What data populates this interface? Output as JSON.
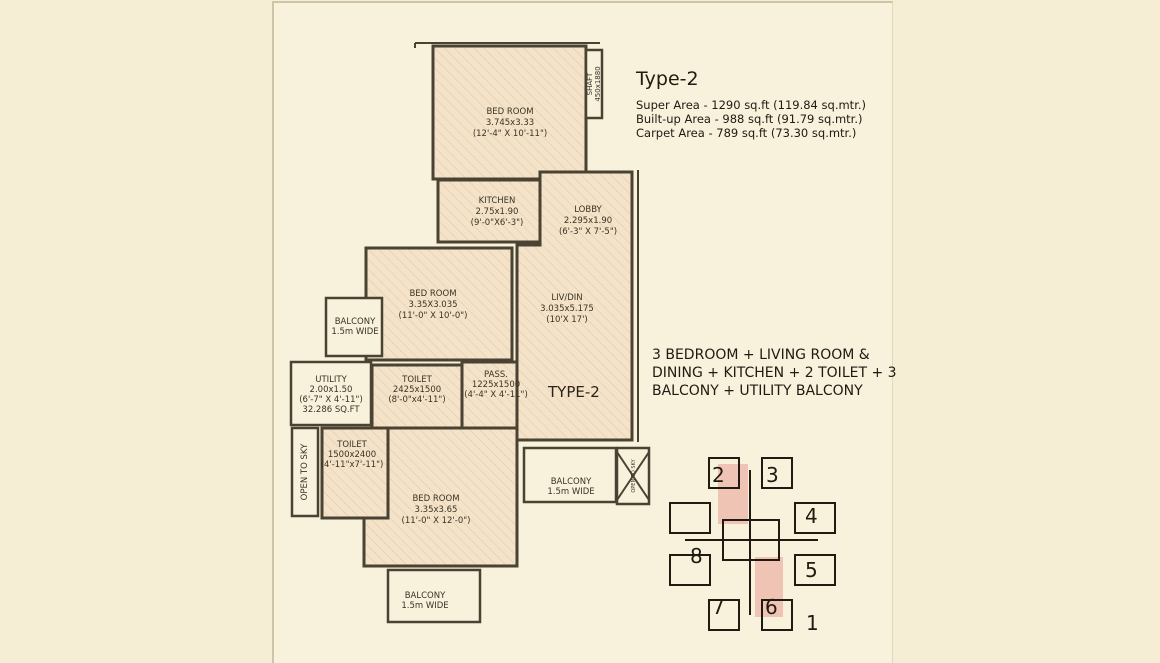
{
  "type_heading": "Type-2",
  "areas": [
    "Super Area - 1290 sq.ft (119.84 sq.mtr.)",
    "Built-up Area - 988 sq.ft (91.79 sq.mtr.)",
    "Carpet Area - 789 sq.ft (73.30 sq.mtr.)"
  ],
  "description": [
    "3 BEDROOM + LIVING ROOM &",
    "DINING + KITCHEN + 2 TOILET + 3",
    "BALCONY + UTILITY BALCONY"
  ],
  "rooms": {
    "bed1": [
      "BED ROOM",
      "3.745x3.33",
      "(12'-4\" X 10'-11\")"
    ],
    "shaft": [
      "SHAFT",
      "450x1880"
    ],
    "kitchen": [
      "KITCHEN",
      "2.75x1.90",
      "(9'-0\"X6'-3\")"
    ],
    "lobby": [
      "LOBBY",
      "2.295x1.90",
      "(6'-3\" X 7'-5\")"
    ],
    "bed2": [
      "BED ROOM",
      "3.35X3.035",
      "(11'-0\" X 10'-0\")"
    ],
    "livdin": [
      "LIV/DIN",
      "3.035x5.175",
      "(10'X 17')"
    ],
    "balcony_left": [
      "BALCONY",
      "1.5m WIDE"
    ],
    "utility": [
      "UTILITY",
      "2.00x1.50",
      "(6'-7\" X 4'-11\")",
      "32.286 SQ.FT"
    ],
    "toilet1": [
      "TOILET",
      "2425x1500",
      "(8'-0\"x4'-11\")"
    ],
    "pass": [
      "PASS.",
      "1225x1500",
      "(4'-4\" X 4'-11\")"
    ],
    "type_label": "TYPE-2",
    "open_to_sky": "OPEN TO SKY",
    "toilet2": [
      "TOILET",
      "1500x2400",
      "(4'-11\"x7'-11\")"
    ],
    "bed3": [
      "BED ROOM",
      "3.35x3.65",
      "(11'-0\" X 12'-0\")"
    ],
    "balcony_right": [
      "BALCONY",
      "1.5m WIDE"
    ],
    "balcony_bottom": [
      "BALCONY",
      "1.5m WIDE"
    ],
    "open_to_sky_small": "OPEN TO SKY"
  },
  "key_plan": {
    "units": [
      "1",
      "2",
      "3",
      "4",
      "5",
      "6",
      "7",
      "8"
    ],
    "highlight": "#f0c4b4"
  },
  "colors": {
    "wall": "#4a4232",
    "hatch": "#d9c7a8",
    "room_fill": "#f4e3c8"
  }
}
